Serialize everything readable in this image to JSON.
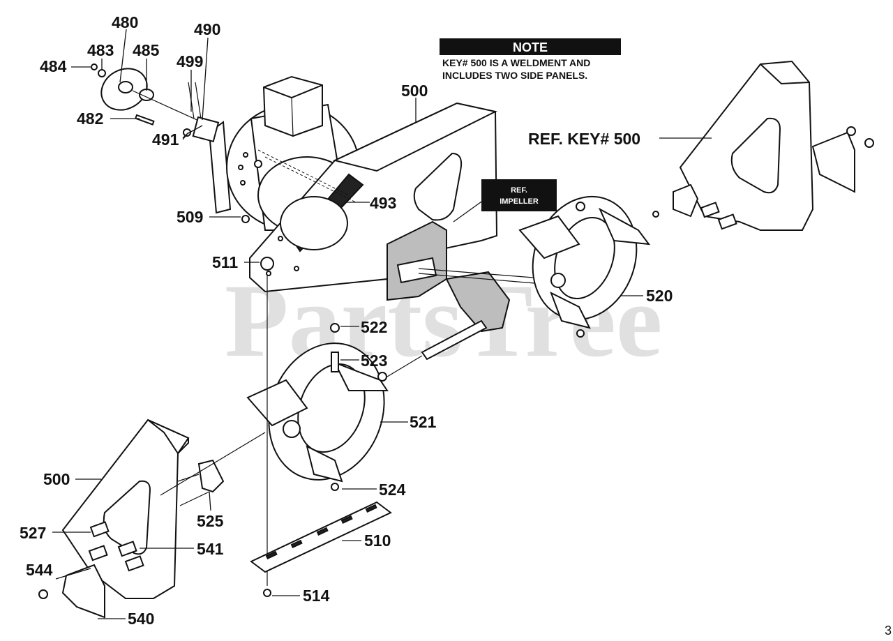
{
  "watermark": "PartsTree",
  "note": {
    "title": "NOTE",
    "line1": "KEY# 500 IS A WELDMENT AND",
    "line2": "INCLUDES TWO SIDE PANELS."
  },
  "ref_impeller": {
    "line1": "REF.",
    "line2": "IMPELLER"
  },
  "page_number": "3",
  "labels": {
    "p480": "480",
    "p490": "490",
    "p483": "483",
    "p485": "485",
    "p484": "484",
    "p499": "499",
    "p482": "482",
    "p491": "491",
    "p500_top": "500",
    "ref_key_500": "REF. KEY# 500",
    "p493": "493",
    "p509": "509",
    "p511": "511",
    "p520": "520",
    "p522": "522",
    "p523": "523",
    "p521": "521",
    "p500_left": "500",
    "p524": "524",
    "p525": "525",
    "p527": "527",
    "p541": "541",
    "p510": "510",
    "p544": "544",
    "p514": "514",
    "p540": "540"
  }
}
